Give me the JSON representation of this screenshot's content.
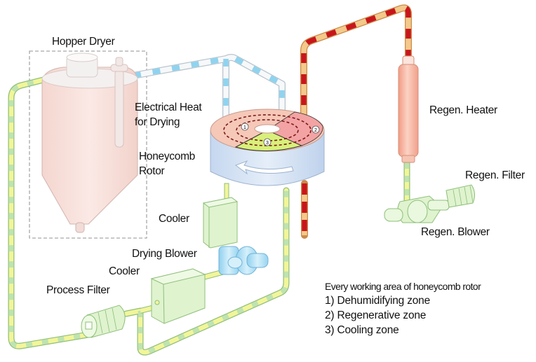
{
  "diagram": {
    "title": "Honeycomb rotor dehumidifying dryer system",
    "labels": {
      "hopper_dryer": "Hopper Dryer",
      "electrical_heat_line1": "Electrical Heat",
      "electrical_heat_line2": "for Drying",
      "honeycomb_rotor_line1": "Honeycomb",
      "honeycomb_rotor_line2": "Rotor",
      "cooler_top": "Cooler",
      "drying_blower": "Drying Blower",
      "cooler_bottom": "Cooler",
      "process_filter": "Process Filter",
      "regen_heater": "Regen. Heater",
      "regen_filter": "Regen. Filter",
      "regen_blower": "Regen. Blower"
    },
    "rotor_zone_markers": [
      "1",
      "2",
      "3"
    ],
    "legend": {
      "title": "Every working area of honeycomb rotor",
      "items": [
        "1) Dehumidifying zone",
        "2) Regenerative zone",
        "3) Cooling zone"
      ]
    },
    "colors": {
      "process_air_pipe": "#f2f59a",
      "process_air_arrow": "#bfe3b0",
      "dry_air_pipe": "#f6f8fa",
      "dry_air_arrow": "#8fd3ef",
      "regen_air_pipe": "#f4c98a",
      "regen_air_arrow": "#c8161b",
      "hopper_body": "#f7ddd8",
      "rotor_side": "#cfe0f3",
      "zone_dehumidify": "#f5c8b8",
      "zone_regen": "#f3a3a3",
      "zone_cooling": "#d8f07a",
      "cooler_box": "#dff3cf",
      "blower_blue": "#a9ddf5",
      "regen_heater": "#f7b7a0"
    }
  }
}
